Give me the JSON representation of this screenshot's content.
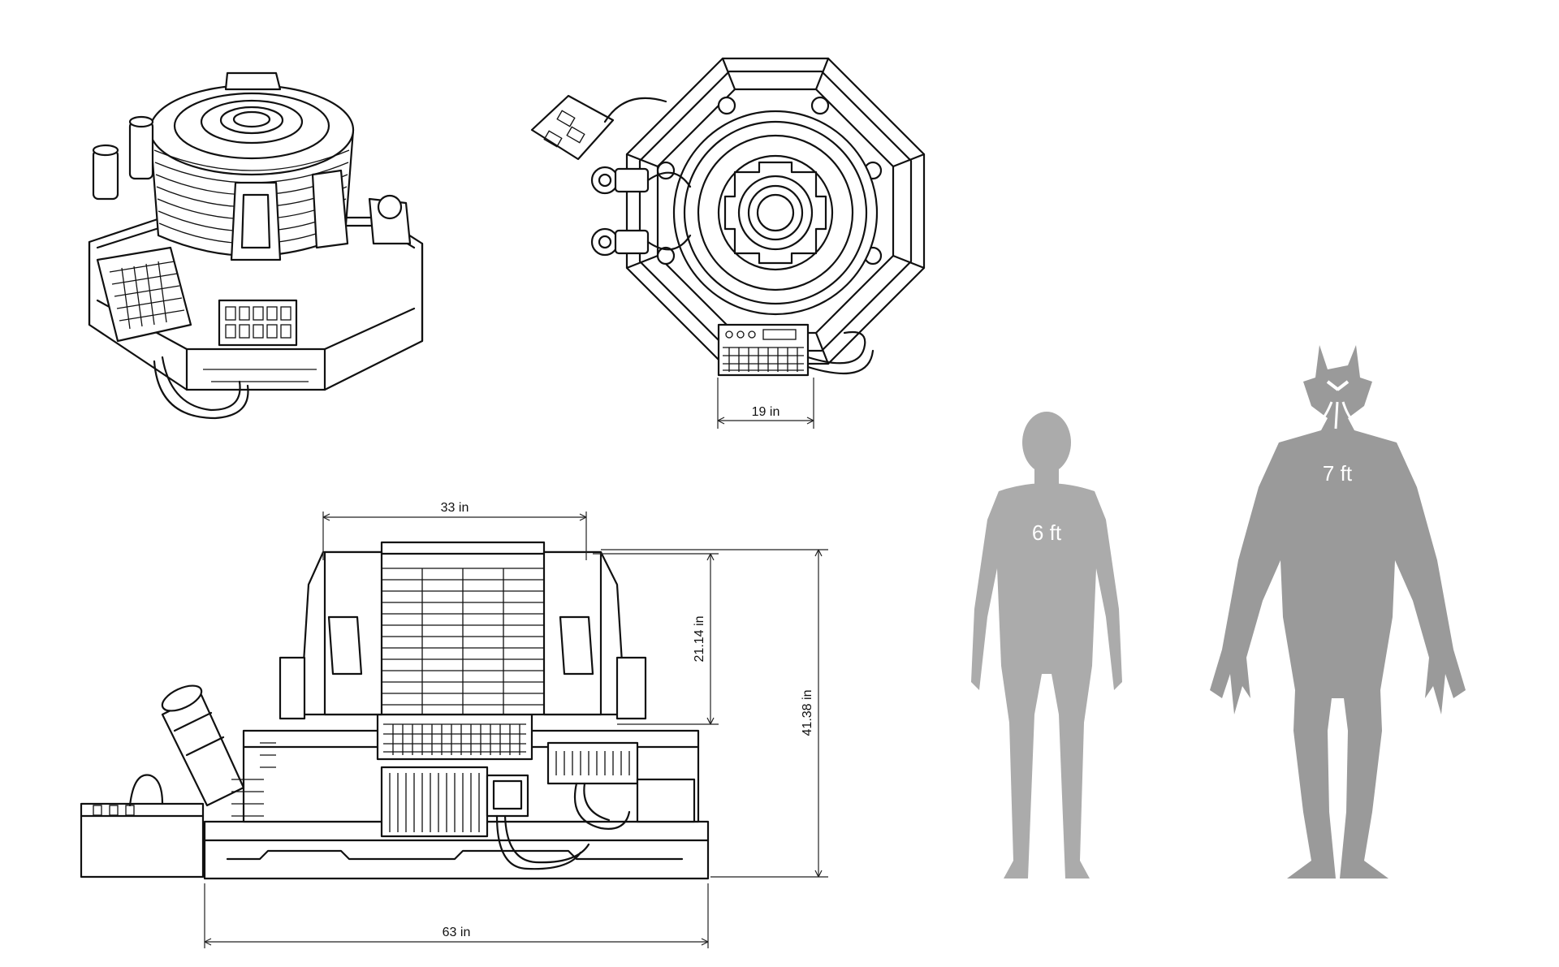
{
  "dimensions": {
    "top_view_width": "19 in",
    "top_width": "33 in",
    "upper_height": "21.14 in",
    "total_height": "41.38 in",
    "base_width": "63 in"
  },
  "scale_figures": {
    "human_height": "6 ft",
    "creature_height": "7 ft"
  },
  "colors": {
    "line": "#111111",
    "human": "#ababab",
    "creature": "#9a9a9a"
  }
}
